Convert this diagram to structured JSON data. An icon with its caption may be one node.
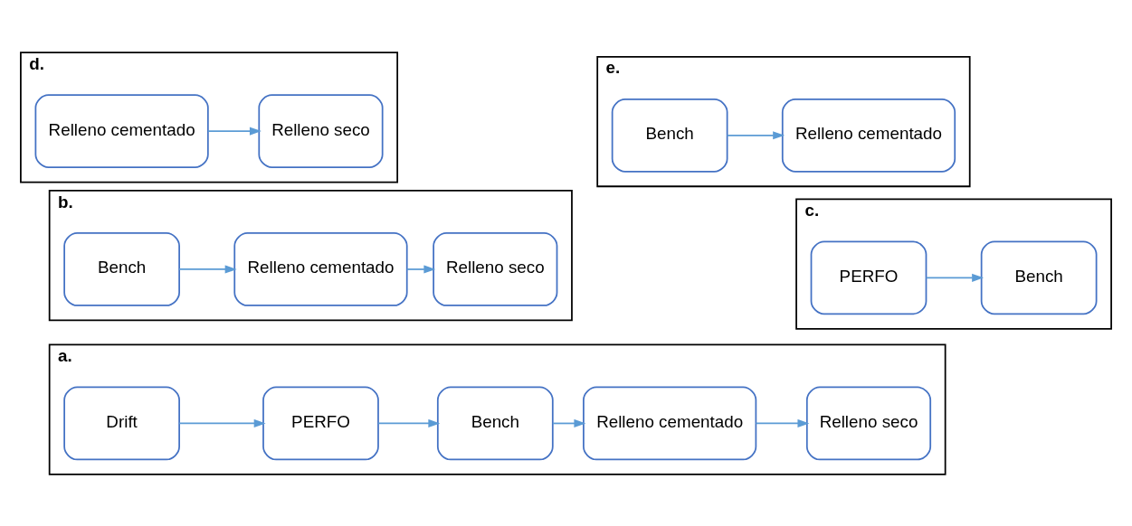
{
  "diagram": {
    "nodes": [
      {
        "text": [
          "a."
        ]
      },
      {
        "text": [
          "Drift"
        ],
        "in": 0
      },
      {
        "text": [
          "PERFO"
        ],
        "in": 0
      },
      {
        "text": [
          "Bench"
        ],
        "in": 0
      },
      {
        "text": [
          "Relleno cementado"
        ],
        "in": 0
      },
      {
        "text": [
          "Relleno seco"
        ],
        "in": 0
      },
      {
        "text": [
          "b."
        ]
      },
      {
        "text": [
          "Bench"
        ],
        "in": 6
      },
      {
        "text": [
          "Relleno cementado"
        ],
        "in": 6
      },
      {
        "text": [
          "Relleno seco"
        ],
        "in": 6
      },
      {
        "text": [
          "c."
        ]
      },
      {
        "text": [
          "PERFO"
        ],
        "in": 10
      },
      {
        "text": [
          "Bench"
        ],
        "in": 10
      },
      {
        "text": [
          "d."
        ]
      },
      {
        "text": [
          "Relleno cementado"
        ],
        "in": 13
      },
      {
        "text": [
          "Relleno seco"
        ],
        "in": 13
      },
      {
        "text": [
          "e."
        ]
      },
      {
        "text": [
          "Bench"
        ],
        "in": 16
      },
      {
        "text": [
          "Relleno cementado"
        ],
        "in": 16
      }
    ],
    "edges": [
      {
        "from": 1,
        "to": 2,
        "arrow": "to"
      },
      {
        "from": 2,
        "to": 3,
        "arrow": "to"
      },
      {
        "from": 3,
        "to": 4,
        "arrow": "to"
      },
      {
        "from": 4,
        "to": 5,
        "arrow": "to"
      },
      {
        "from": 7,
        "to": 8,
        "arrow": "to"
      },
      {
        "from": 8,
        "to": 9,
        "arrow": "to"
      },
      {
        "from": 11,
        "to": 12,
        "arrow": "to"
      },
      {
        "from": 14,
        "to": 15,
        "arrow": "to"
      },
      {
        "from": 17,
        "to": 18,
        "arrow": "to"
      }
    ]
  }
}
